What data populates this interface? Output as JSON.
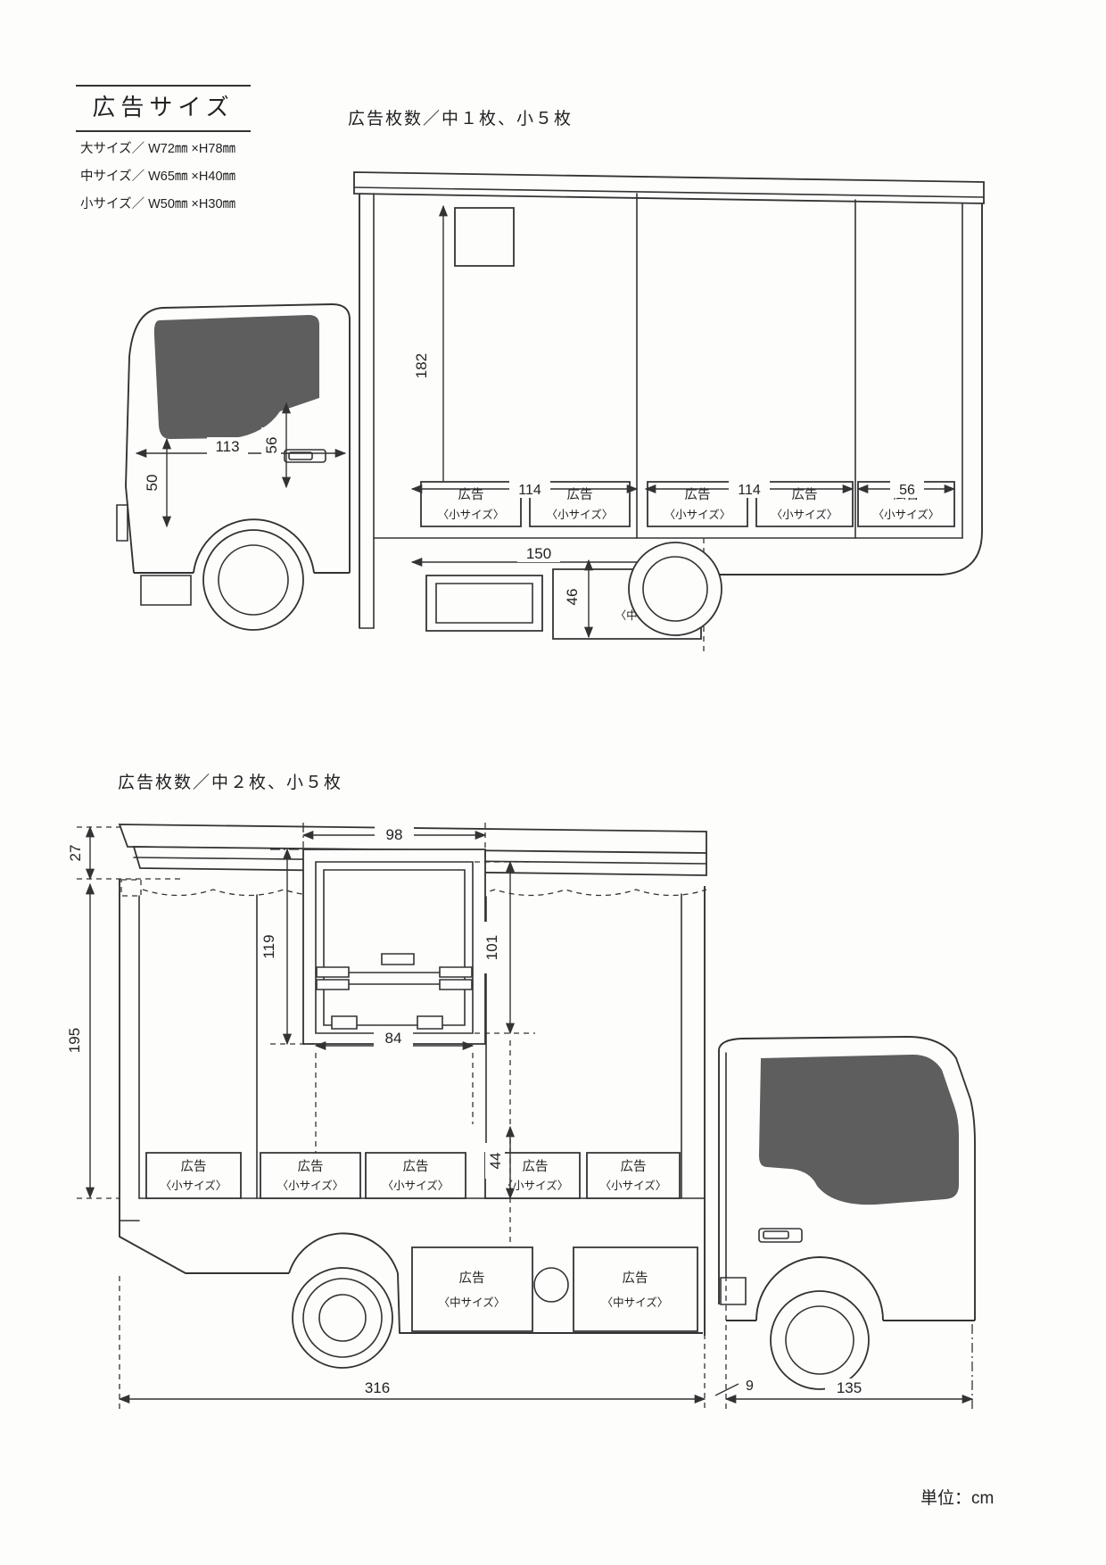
{
  "legend": {
    "title": "広告サイズ",
    "items": [
      "大サイズ／ W72㎜ ×H78㎜",
      "中サイズ／ W65㎜ ×H40㎜",
      "小サイズ／ W50㎜ ×H30㎜"
    ]
  },
  "diagram1": {
    "heading": "広告枚数／中１枚、小５枚",
    "dims": {
      "cab_width": "113",
      "cab_front_height": "50",
      "cab_door_height": "56",
      "cargo_height": "182",
      "ad_span_left": "114",
      "ad_span_right": "114",
      "ad_single": "56",
      "mid_ad_width": "150",
      "mid_ad_height": "46"
    }
  },
  "diagram2": {
    "heading": "広告枚数／中２枚、小５枚",
    "dims": {
      "roof_height": "27",
      "body_height": "195",
      "door_outer_width": "98",
      "door_outer_height": "119",
      "door_inner_height": "101",
      "door_inner_width": "84",
      "ad_height": "44",
      "cargo_length": "316",
      "gap": "9",
      "cab_length": "135"
    }
  },
  "labels": {
    "ad": "広告",
    "small_size": "〈小サイズ〉",
    "medium_size": "〈中サイズ〉"
  },
  "footer": {
    "unit_note": "単位：cm"
  }
}
